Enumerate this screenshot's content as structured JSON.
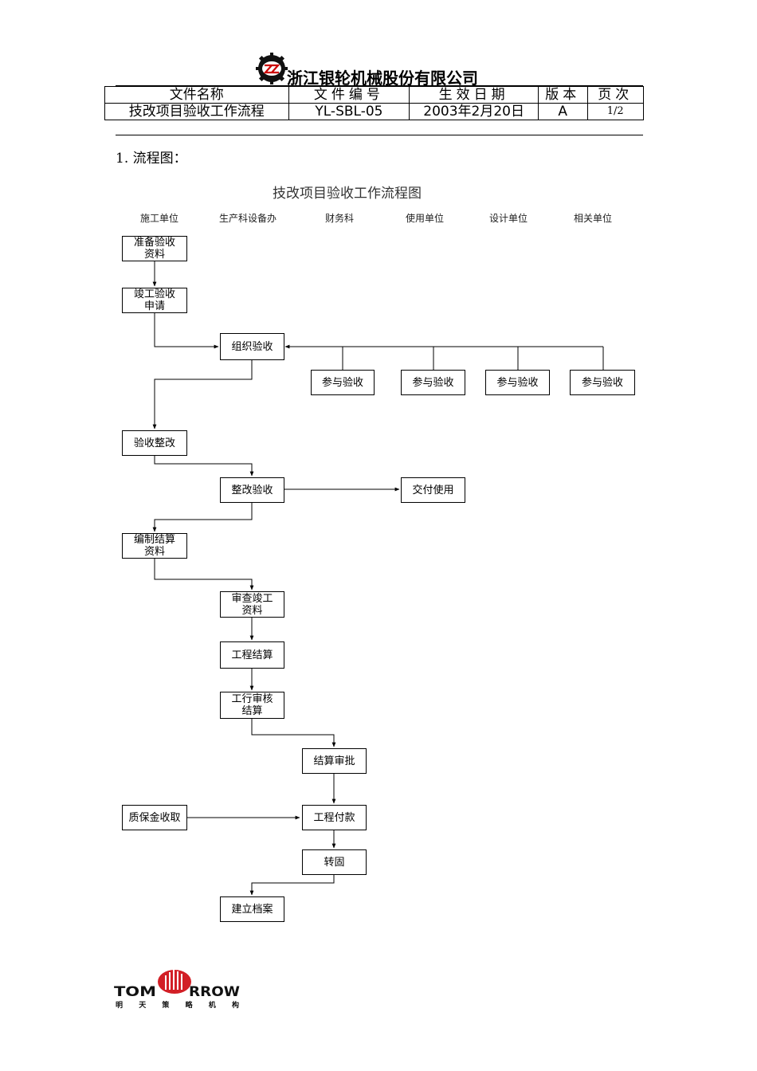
{
  "company": "浙江银轮机械股份有限公司",
  "doc_table": {
    "headers": {
      "name": "文件名称",
      "code": "文件编号",
      "date": "生效日期",
      "version": "版本",
      "page": "页次"
    },
    "values": {
      "name": "技改项目验收工作流程",
      "code": "YL-SBL-05",
      "date": "2003年2月20日",
      "version": "A",
      "page": "1/2"
    }
  },
  "section_heading": "1.  流程图：",
  "flowchart": {
    "title": "技改项目验收工作流程图",
    "lanes": [
      "施工单位",
      "生产科设备办",
      "财务科",
      "使用单位",
      "设计单位",
      "相关单位"
    ],
    "nodes": {
      "prepare": "准备验收\n资料",
      "apply": "竣工验收\n申请",
      "organize": "组织验收",
      "join1": "参与验收",
      "join2": "参与验收",
      "join3": "参与验收",
      "join4": "参与验收",
      "rectify": "验收整改",
      "recheck": "整改验收",
      "deliver": "交付使用",
      "compile": "编制结算\n资料",
      "review": "审查竣工\n资料",
      "settle": "工程结算",
      "bank": "工行审核\n结算",
      "approve": "结算审批",
      "retention": "质保金收取",
      "payment": "工程付款",
      "transfer": "转固",
      "archive": "建立档案"
    }
  },
  "footer_logo": {
    "brand": "TOMORROW",
    "sub": "明 天 策 略 机 构"
  }
}
